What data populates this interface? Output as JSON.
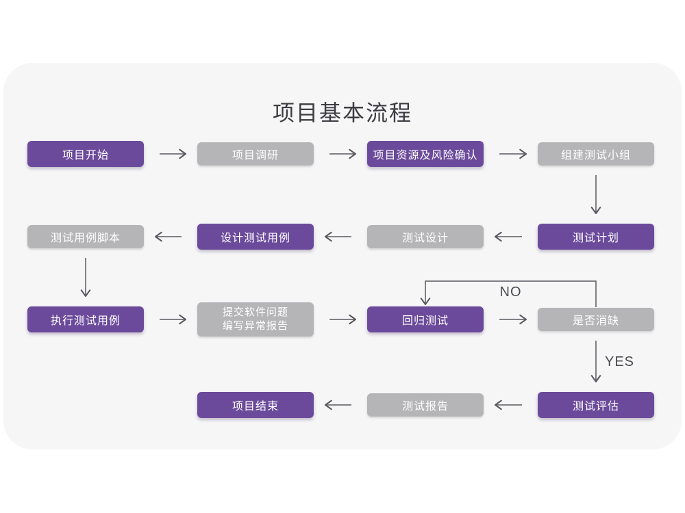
{
  "title": "项目基本流程",
  "colors": {
    "purple": "#6b4a9b",
    "gray": "#b5b4b6",
    "arrow": "#5a575e",
    "edge_label": "#4c4a50",
    "card_bg": "#f6f6f7",
    "title_color": "#3e3c42",
    "box_text": "#ffffff"
  },
  "nodes": [
    {
      "id": "project-start",
      "label": "项目开始",
      "variant": "purple"
    },
    {
      "id": "project-research",
      "label": "项目调研",
      "variant": "gray"
    },
    {
      "id": "project-resources-risk",
      "label": "项目资源及风险确认",
      "variant": "purple"
    },
    {
      "id": "build-test-team",
      "label": "组建测试小组",
      "variant": "gray"
    },
    {
      "id": "test-plan",
      "label": "测试计划",
      "variant": "purple"
    },
    {
      "id": "test-design",
      "label": "测试设计",
      "variant": "gray"
    },
    {
      "id": "design-test-cases",
      "label": "设计测试用例",
      "variant": "purple"
    },
    {
      "id": "test-case-script",
      "label": "测试用例脚本",
      "variant": "gray"
    },
    {
      "id": "execute-test-cases",
      "label": "执行测试用例",
      "variant": "purple"
    },
    {
      "id": "submit-issues",
      "label": "提交软件问题",
      "label2": "编写异常报告",
      "variant": "gray"
    },
    {
      "id": "regression-test",
      "label": "回归测试",
      "variant": "purple"
    },
    {
      "id": "defect-cleared",
      "label": "是否消缺",
      "variant": "gray"
    },
    {
      "id": "test-evaluation",
      "label": "测试评估",
      "variant": "purple"
    },
    {
      "id": "test-report",
      "label": "测试报告",
      "variant": "gray"
    },
    {
      "id": "project-end",
      "label": "项目结束",
      "variant": "purple"
    }
  ],
  "edges": [
    {
      "from": "project-start",
      "to": "project-research"
    },
    {
      "from": "project-research",
      "to": "project-resources-risk"
    },
    {
      "from": "project-resources-risk",
      "to": "build-test-team"
    },
    {
      "from": "build-test-team",
      "to": "test-plan"
    },
    {
      "from": "test-plan",
      "to": "test-design"
    },
    {
      "from": "test-design",
      "to": "design-test-cases"
    },
    {
      "from": "design-test-cases",
      "to": "test-case-script"
    },
    {
      "from": "test-case-script",
      "to": "execute-test-cases"
    },
    {
      "from": "execute-test-cases",
      "to": "submit-issues"
    },
    {
      "from": "submit-issues",
      "to": "regression-test"
    },
    {
      "from": "regression-test",
      "to": "defect-cleared"
    },
    {
      "from": "defect-cleared",
      "to": "regression-test",
      "label": "NO",
      "type": "loop"
    },
    {
      "from": "defect-cleared",
      "to": "test-evaluation",
      "label": "YES"
    },
    {
      "from": "test-evaluation",
      "to": "test-report"
    },
    {
      "from": "test-report",
      "to": "project-end"
    }
  ]
}
